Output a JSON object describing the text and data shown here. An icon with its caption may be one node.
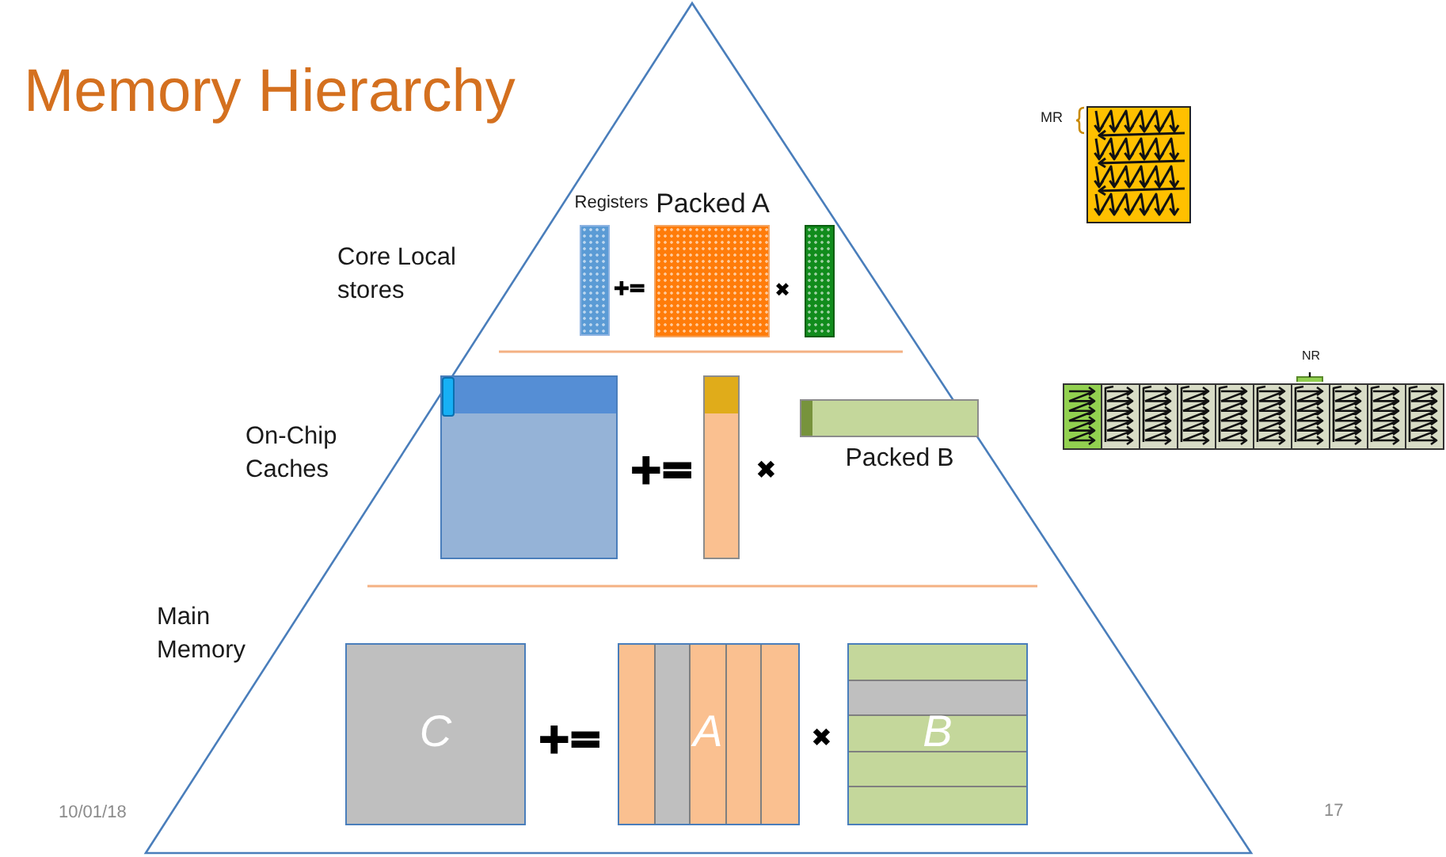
{
  "diagram": {
    "title": "Memory Hierarchy",
    "nodes": [
      {
        "text": [
          "Registers"
        ]
      },
      {
        "text": [
          "Packed A"
        ]
      },
      {
        "text": [],
        "shape": "box"
      },
      {
        "text": [],
        "shape": "box"
      },
      {
        "text": [],
        "shape": "box"
      },
      {
        "text": [
          "Packed B"
        ]
      },
      {
        "text": [
          "C"
        ]
      },
      {
        "text": [
          "A"
        ]
      },
      {
        "text": [
          "B"
        ]
      }
    ],
    "labels": [
      "MR",
      "Core Local stores",
      "+=",
      "✖",
      "NR",
      "On-Chip Caches",
      "+=",
      "✖",
      "Main Memory",
      "+=",
      "✖",
      "10/01/18",
      "17"
    ]
  }
}
